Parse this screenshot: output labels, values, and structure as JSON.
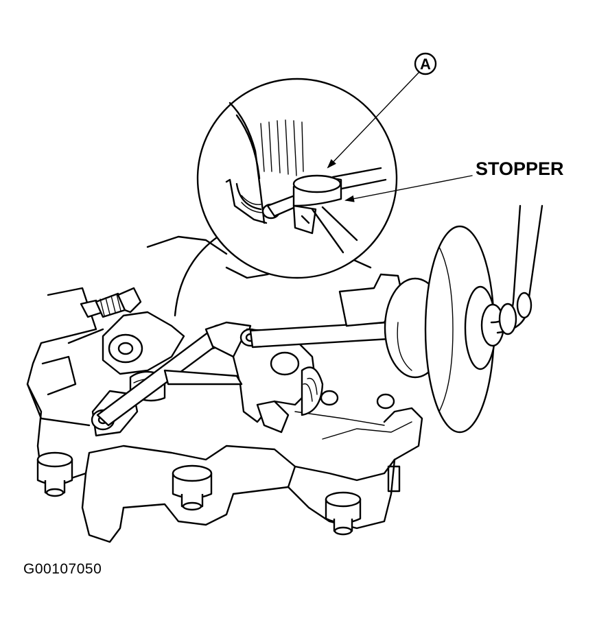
{
  "callout": {
    "letter": "A"
  },
  "labels": {
    "stopper": "STOPPER"
  },
  "figure_id": "G00107050"
}
